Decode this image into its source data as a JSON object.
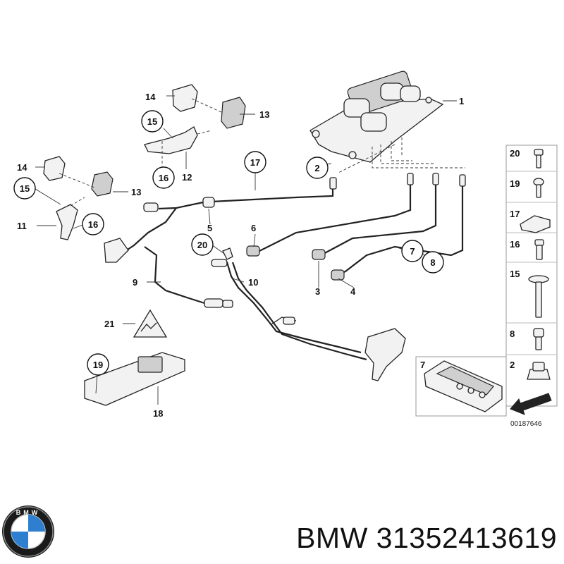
{
  "diagram": {
    "callouts": {
      "c1": "1",
      "c2": "2",
      "c3": "3",
      "c4": "4",
      "c5": "5",
      "c6": "6",
      "c7": "7",
      "c8": "8",
      "c9": "9",
      "c10": "10",
      "c11": "11",
      "c12": "12",
      "c13a": "13",
      "c13b": "13",
      "c14a": "14",
      "c14b": "14",
      "c15a": "15",
      "c15b": "15",
      "c16a": "16",
      "c16b": "16",
      "c17": "17",
      "c18": "18",
      "c19": "19",
      "c20": "20",
      "c21": "21"
    },
    "legend": {
      "l20": "20",
      "l19": "19",
      "l17": "17",
      "l16": "16",
      "l15": "15",
      "l8": "8",
      "l2": "2"
    },
    "inset_label": "7",
    "doc_number": "00187646"
  },
  "footer": {
    "brand": "BMW",
    "part_number": "31352413619",
    "logo_text": "BMW"
  }
}
